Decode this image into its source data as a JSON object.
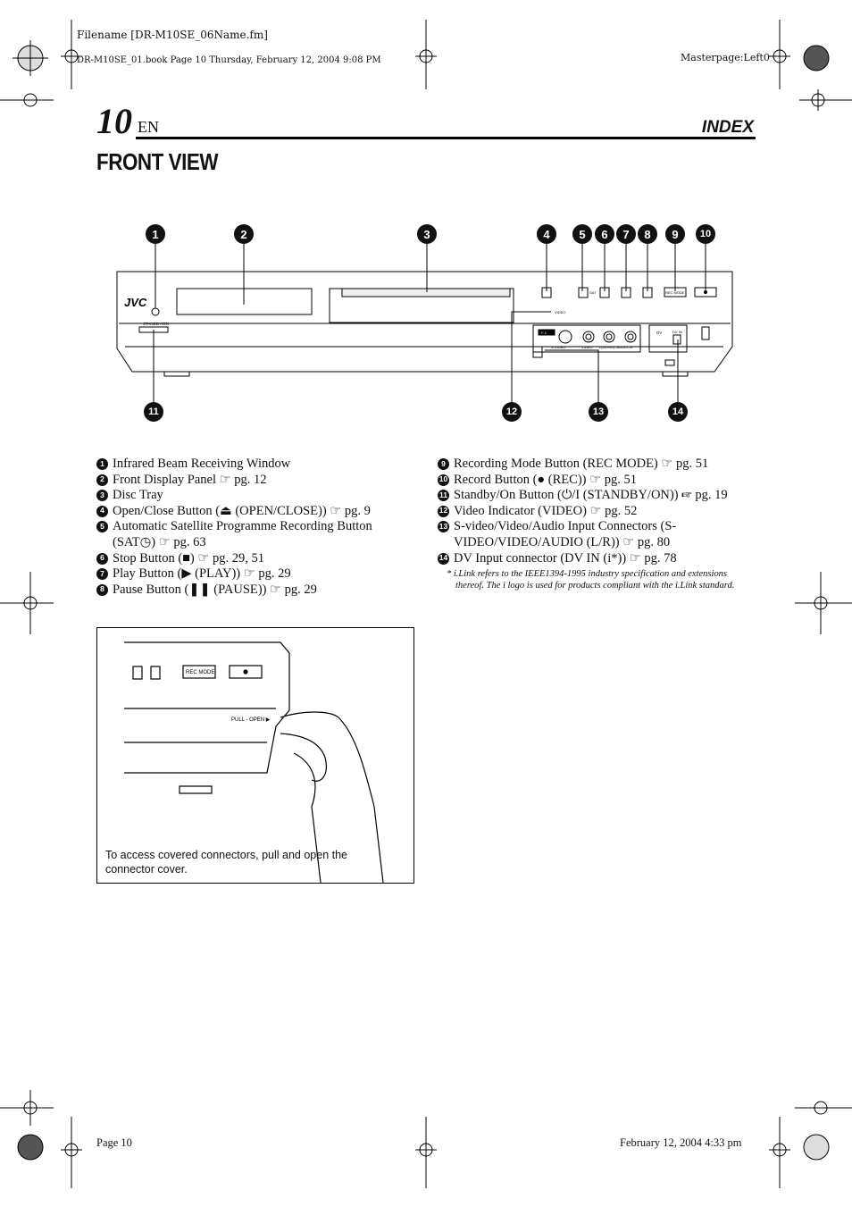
{
  "header": {
    "filename": "Filename [DR-M10SE_06Name.fm]",
    "bookinfo": "DR-M10SE_01.book  Page 10  Thursday, February 12, 2004  9:08 PM",
    "masterpage": "Masterpage:Left0"
  },
  "page": {
    "number": "10",
    "lang": "EN",
    "section": "INDEX"
  },
  "title": "FRONT VIEW",
  "diagram": {
    "brand": "JVC",
    "standby_label": "STANDBY/ON",
    "rec_mode_label": "REC MODE",
    "sat_label": "SAT",
    "video_label": "VIDEO",
    "svideo_label": "S-VIDEO",
    "video_in_label": "VIDEO",
    "audio_label": "L(MONO)–AUDIO–R",
    "dv_label": "DV",
    "dvin_label": "DV IN",
    "f1_label": "F-1",
    "top_callouts": [
      "1",
      "2",
      "3",
      "4",
      "5",
      "6",
      "7",
      "8",
      "9",
      "10"
    ],
    "bottom_callouts": [
      "11",
      "12",
      "13",
      "14"
    ]
  },
  "list_left": [
    {
      "n": "1",
      "text": "Infrared Beam Receiving Window"
    },
    {
      "n": "2",
      "text": "Front Display Panel ☞ pg. 12"
    },
    {
      "n": "3",
      "text": "Disc Tray"
    },
    {
      "n": "4",
      "text": "Open/Close Button (⏏ (OPEN/CLOSE)) ☞ pg. 9"
    },
    {
      "n": "5",
      "text": "Automatic Satellite Programme Recording Button (SAT◷) ☞ pg. 63"
    },
    {
      "n": "6",
      "text": "Stop Button (■) ☞ pg. 29, 51"
    },
    {
      "n": "7",
      "text": "Play Button (▶ (PLAY)) ☞ pg. 29"
    },
    {
      "n": "8",
      "text": "Pause Button (❚❚ (PAUSE)) ☞ pg. 29"
    }
  ],
  "list_right": [
    {
      "n": "9",
      "text": "Recording Mode Button (REC MODE) ☞ pg. 51"
    },
    {
      "n": "10",
      "text": "Record Button (● (REC)) ☞ pg. 51"
    },
    {
      "n": "11",
      "text": "Standby/On Button (⏻/I (STANDBY/ON)) ☞ pg. 19"
    },
    {
      "n": "12",
      "text": "Video Indicator (VIDEO) ☞ pg. 52"
    },
    {
      "n": "13",
      "text": "S-video/Video/Audio Input Connectors (S-VIDEO/VIDEO/AUDIO (L/R)) ☞ pg. 80"
    },
    {
      "n": "14",
      "text": "DV Input connector (DV IN (i*)) ☞ pg. 78"
    }
  ],
  "footnote": "*  i.Link refers to the IEEE1394-1995 industry specification and extensions thereof. The i logo is used for products compliant with the i.Link standard.",
  "insert": {
    "rec_mode": "REC MODE",
    "pull_open": "PULL - OPEN ▶",
    "caption": "To access covered connectors, pull and open the connector cover."
  },
  "footer": {
    "left": "Page 10",
    "right": "February 12, 2004 4:33 pm"
  }
}
